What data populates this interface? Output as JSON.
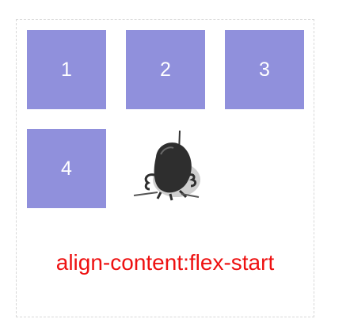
{
  "boxes": [
    {
      "label": "1"
    },
    {
      "label": "2"
    },
    {
      "label": "3"
    },
    {
      "label": "4"
    }
  ],
  "caption": "align-content:flex-start",
  "colors": {
    "box_fill": "#9090dc",
    "box_text": "#ffffff",
    "caption": "#ee1111",
    "border": "#d8d8d8"
  },
  "icons": {
    "item_5": "rocket-mascot-icon"
  }
}
